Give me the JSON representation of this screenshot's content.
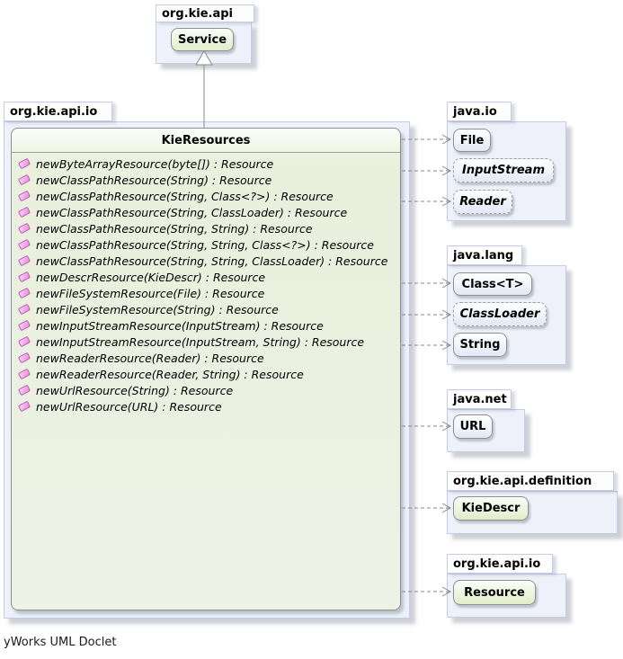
{
  "footer": {
    "caption": "yWorks UML Doclet"
  },
  "colors": {
    "package_fill": "#eef1fa",
    "package_border": "#c3cdea",
    "project_class_fill": "#e0edc9",
    "external_class_fill": "#e2e9f6",
    "connector": "#8a8a8a",
    "method_icon": "#ec86e0"
  },
  "top_package": {
    "label": "org.kie.api",
    "classes": [
      {
        "name": "Service"
      }
    ]
  },
  "main_package": {
    "label": "org.kie.api.io",
    "class": {
      "name": "KieResources",
      "methods": [
        "newByteArrayResource(byte[]) : Resource",
        "newClassPathResource(String) : Resource",
        "newClassPathResource(String, Class<?>) : Resource",
        "newClassPathResource(String, ClassLoader) : Resource",
        "newClassPathResource(String, String) : Resource",
        "newClassPathResource(String, String, Class<?>) : Resource",
        "newClassPathResource(String, String, ClassLoader) : Resource",
        "newDescrResource(KieDescr) : Resource",
        "newFileSystemResource(File) : Resource",
        "newFileSystemResource(String) : Resource",
        "newInputStreamResource(InputStream) : Resource",
        "newInputStreamResource(InputStream, String) : Resource",
        "newReaderResource(Reader) : Resource",
        "newReaderResource(Reader, String) : Resource",
        "newUrlResource(String) : Resource",
        "newUrlResource(URL) : Resource"
      ]
    }
  },
  "right_packages": [
    {
      "label": "java.io",
      "classes": [
        {
          "name": "File",
          "abstract": false
        },
        {
          "name": "InputStream",
          "abstract": true
        },
        {
          "name": "Reader",
          "abstract": true
        }
      ]
    },
    {
      "label": "java.lang",
      "classes": [
        {
          "name": "Class<T>",
          "abstract": false
        },
        {
          "name": "ClassLoader",
          "abstract": true
        },
        {
          "name": "String",
          "abstract": false
        }
      ]
    },
    {
      "label": "java.net",
      "classes": [
        {
          "name": "URL",
          "abstract": false
        }
      ]
    },
    {
      "label": "org.kie.api.definition",
      "classes": [
        {
          "name": "KieDescr",
          "abstract": false
        }
      ]
    },
    {
      "label": "org.kie.api.io",
      "classes": [
        {
          "name": "Resource",
          "abstract": false
        }
      ]
    }
  ],
  "relations": {
    "inheritance": [
      {
        "from": "KieResources",
        "to": "Service"
      }
    ],
    "dependencies_from_KieResources": [
      "File",
      "InputStream",
      "Reader",
      "Class<T>",
      "ClassLoader",
      "String",
      "URL",
      "KieDescr",
      "Resource"
    ]
  }
}
